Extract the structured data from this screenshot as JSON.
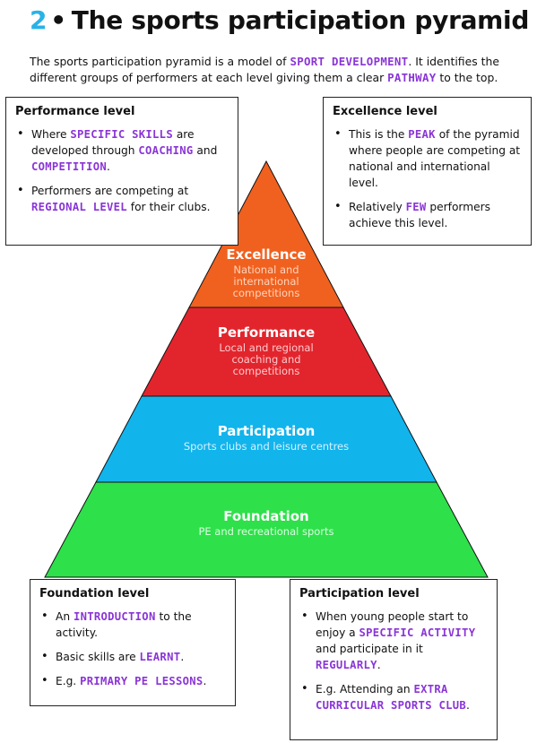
{
  "header": {
    "number": "2",
    "bullet": "•",
    "title": "The sports participation pyramid"
  },
  "intro": {
    "part1": "The sports participation pyramid is a model of ",
    "hl1": "SPORT DEVELOPMENT",
    "part2": ". It identifies the different groups of performers at each level giving them a clear ",
    "hl2": "PATHWAY",
    "part3": " to the top."
  },
  "colors": {
    "accent": "#8a35d6",
    "number": "#29b2e8",
    "excellence": "#f0611f",
    "performance": "#e2252d",
    "participation": "#12b4ec",
    "foundation": "#2ee04a"
  },
  "pyramid": {
    "excellence": {
      "title": "Excellence",
      "sub": [
        "National and",
        "international",
        "competitions"
      ]
    },
    "performance": {
      "title": "Performance",
      "sub": [
        "Local and regional",
        "coaching and",
        "competitions"
      ]
    },
    "participation": {
      "title": "Participation",
      "sub": [
        "Sports clubs and leisure centres"
      ]
    },
    "foundation": {
      "title": "Foundation",
      "sub": [
        "PE and recreational sports"
      ]
    }
  },
  "boxes": {
    "performance": {
      "heading": "Performance level",
      "b1": {
        "t1": "Where ",
        "h1": "SPECIFIC SKILLS",
        "t2": " are developed through ",
        "h2": "COACHING",
        "t3": " and ",
        "h3": "COMPETITION",
        "t4": "."
      },
      "b2": {
        "t1": "Performers are competing at ",
        "h1": "REGIONAL LEVEL",
        "t2": " for their clubs."
      }
    },
    "excellence": {
      "heading": "Excellence level",
      "b1": {
        "t1": "This is the ",
        "h1": "PEAK",
        "t2": " of the pyramid where people are competing at national and international level."
      },
      "b2": {
        "t1": "Relatively ",
        "h1": "FEW",
        "t2": " performers achieve this level."
      }
    },
    "foundation": {
      "heading": "Foundation level",
      "b1": {
        "t1": "An ",
        "h1": "INTRODUCTION",
        "t2": " to the activity."
      },
      "b2": {
        "t1": "Basic skills are ",
        "h1": "LEARNT",
        "t2": "."
      },
      "b3": {
        "t1": "E.g. ",
        "h1": "PRIMARY PE LESSONS",
        "t2": "."
      }
    },
    "participation": {
      "heading": "Participation level",
      "b1": {
        "t1": "When young people start to enjoy a ",
        "h1": "SPECIFIC ACTIVITY",
        "t2": " and participate in it ",
        "h2": "REGULARLY",
        "t3": "."
      },
      "b2": {
        "t1": "E.g. Attending an ",
        "h1": "EXTRA CURRICULAR SPORTS CLUB",
        "t2": "."
      }
    }
  }
}
